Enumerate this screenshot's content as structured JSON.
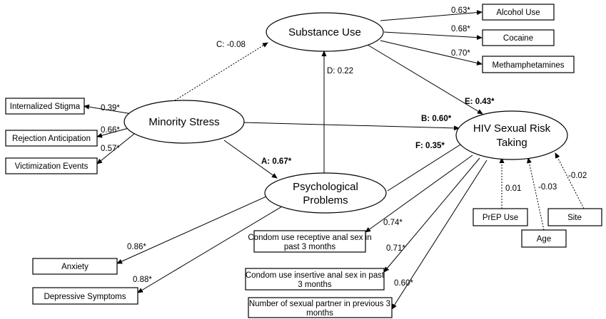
{
  "colors": {
    "ink": "#000000",
    "significant": "#e8262a",
    "background": "#ffffff"
  },
  "latent": {
    "substance_use": "Substance Use",
    "minority_stress": "Minority Stress",
    "psychological_problems": [
      "Psychological",
      "Problems"
    ],
    "hiv_risk": [
      "HIV Sexual Risk",
      "Taking"
    ]
  },
  "indicators": {
    "alcohol_use": "Alcohol Use",
    "cocaine": "Cocaine",
    "methamphetamines": "Methamphetamines",
    "internalized_stigma": "Internalized Stigma",
    "rejection_anticipation": "Rejection Anticipation",
    "victimization_events": "Victimization Events",
    "anxiety": "Anxiety",
    "depressive_symptoms": "Depressive Symptoms",
    "condom_receptive": [
      "Condom use receptive anal sex in",
      "past 3 months"
    ],
    "condom_insertive": [
      "Condom use insertive anal sex in past",
      "3 months"
    ],
    "sexual_partners": [
      "Number of sexual partner in previous 3",
      "months"
    ],
    "prep_use": "PrEP Use",
    "age": "Age",
    "site": "Site"
  },
  "loadings": {
    "alcohol_use": "0.63*",
    "cocaine": "0.68*",
    "methamphetamines": "0.70*",
    "internalized_stigma": "0.39*",
    "rejection_anticipation": "0.66*",
    "victimization_events": "0.57*",
    "anxiety": "0.86*",
    "depressive_symptoms": "0.88*",
    "condom_receptive": "0.74*",
    "condom_insertive": "0.71*",
    "sexual_partners": "0.60*"
  },
  "paths": {
    "C": "C: -0.08",
    "D": "D: 0.22",
    "A": "A: 0.67*",
    "B": "B: 0.60*",
    "E": "E: 0.43*",
    "F": "F: 0.35*"
  },
  "covariates": {
    "prep_use": "0.01",
    "age": "-0.03",
    "site": "-0.02"
  }
}
